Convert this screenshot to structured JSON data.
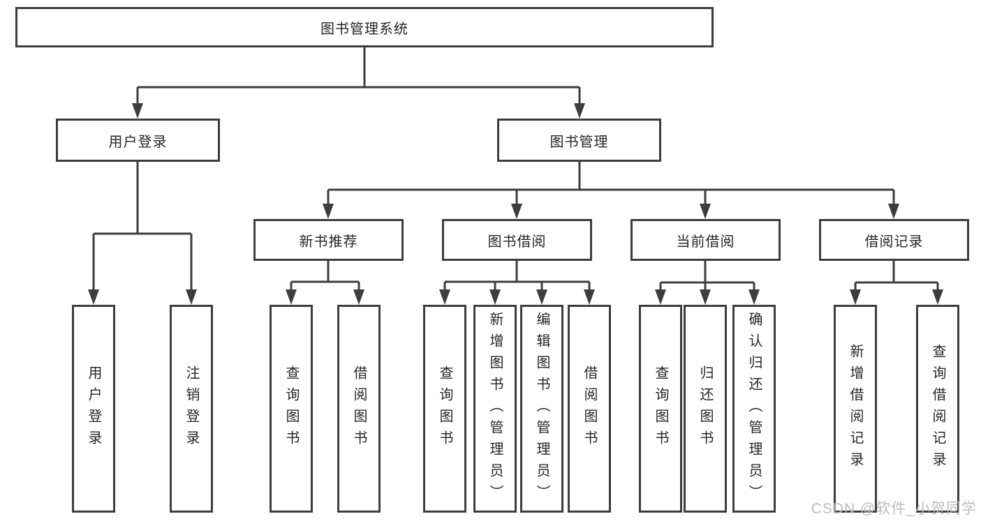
{
  "nodes": {
    "root": "图书管理系统",
    "level2": [
      "用户登录",
      "图书管理"
    ],
    "level3": [
      "新书推荐",
      "图书借阅",
      "当前借阅",
      "借阅记录"
    ],
    "leaves": {
      "user_login": [
        "用户登录",
        "注销登录"
      ],
      "new_book_rec": [
        "查询图书",
        "借阅图书"
      ],
      "book_borrow": [
        "查询图书",
        "新增图书（管理员）",
        "编辑图书（管理员）",
        "借阅图书"
      ],
      "current_borrow": [
        "查询图书",
        "归还图书",
        "确认归还（管理员）"
      ],
      "borrow_record": [
        "新增借阅记录",
        "查询借阅记录"
      ]
    }
  },
  "watermark": {
    "text": "CSDN @软件_小贺同学"
  },
  "colors": {
    "line": "#3d3d3d",
    "box_border": "#3d3d3d",
    "text": "#262626",
    "watermark": "#bcbcbc",
    "background": "#ffffff"
  }
}
